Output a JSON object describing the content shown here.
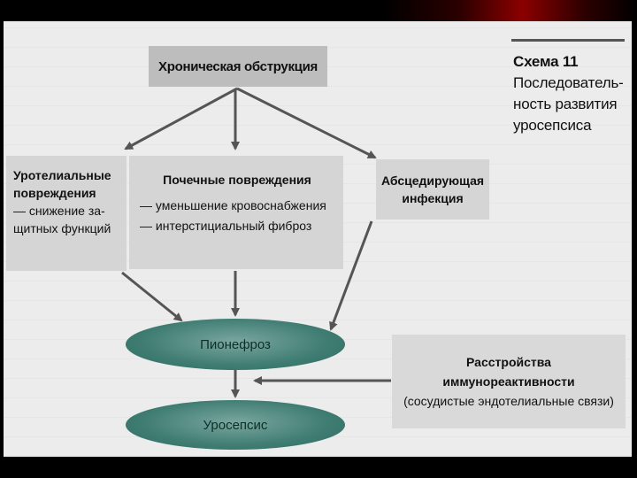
{
  "scheme": {
    "number": "Схема 11",
    "title_lines": [
      "Последователь-",
      "ность развития",
      "уросепсиса"
    ]
  },
  "nodes": {
    "obstruction": "Хроническая обструкция",
    "urothelial": {
      "title_lines": [
        "Уротелиальные",
        "повреждения"
      ],
      "sub_lines": [
        "— снижение за-",
        "щитных функций"
      ]
    },
    "renal": {
      "title": "Почечные повреждения",
      "items": [
        "— уменьшение кровоснабжения",
        "— интерстициальный фиброз"
      ]
    },
    "abscess": {
      "title_lines": [
        "Абсцедирующая",
        "инфекция"
      ]
    },
    "pyonephrosis": "Пионефроз",
    "immuno": {
      "title_lines": [
        "Расстройства",
        "иммунореактивности"
      ],
      "note": "(сосудистые эндотелиальные связи)"
    },
    "urosepsis": "Уросепсис"
  },
  "colors": {
    "box_fill": "#d5d5d5",
    "top_box_fill": "#bdbdbd",
    "ellipse_fill": "#3f7c72",
    "arrow": "#555555"
  }
}
